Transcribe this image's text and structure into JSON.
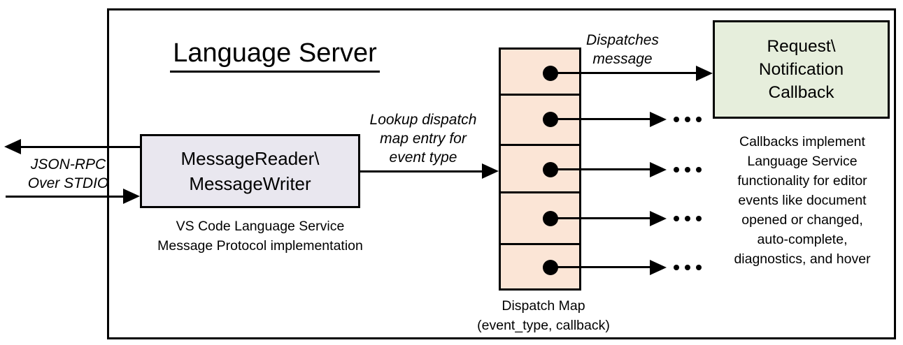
{
  "title": "Language Server",
  "io_label": {
    "line1": "JSON-RPC",
    "line2": "Over STDIO"
  },
  "reader_box": {
    "line1": "MessageReader\\",
    "line2": "MessageWriter",
    "caption_line1": "VS Code Language Service",
    "caption_line2": "Message Protocol implementation"
  },
  "lookup_label": {
    "line1": "Lookup dispatch",
    "line2": "map entry for",
    "line3": "event type"
  },
  "dispatch_label": {
    "line1": "Dispatches",
    "line2": "message"
  },
  "dispatch_map": {
    "row_count": 5,
    "caption_line1": "Dispatch Map",
    "caption_line2": "(event_type, callback)"
  },
  "callback_box": {
    "line1": "Request\\",
    "line2": "Notification",
    "line3": "Callback"
  },
  "callback_caption": [
    "Callbacks implement",
    "Language Service",
    "functionality for editor",
    "events like document",
    "opened or changed,",
    "auto-complete,",
    "diagnostics, and hover"
  ],
  "icons": {
    "ellipsis": "..."
  },
  "colors": {
    "stroke": "#000000",
    "background": "#FFFFFF",
    "reader_fill": "#E9E7EF",
    "dispatch_fill": "#FBE5D6",
    "callback_fill": "#E6EEDC"
  }
}
